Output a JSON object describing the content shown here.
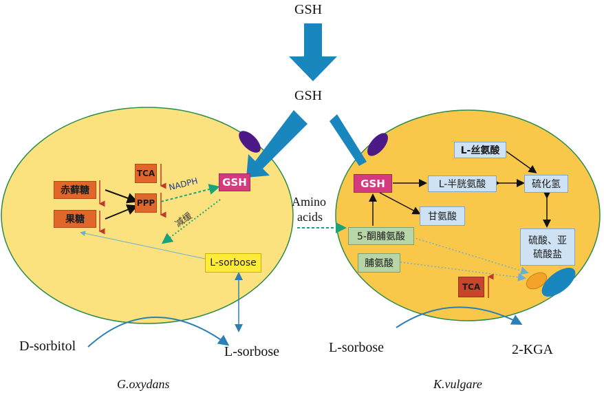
{
  "diagram": {
    "top_gsh": "GSH",
    "mid_gsh": "GSH",
    "left_cell": {
      "name": "G.oxydans",
      "erythrose": "赤藓糖",
      "fructose": "果糖",
      "tca": "TCA",
      "ppp": "PPP",
      "gsh": "GSH",
      "nadph": "NADPH",
      "decrease": "减缓",
      "l_sorbose_inside": "L-sorbose"
    },
    "right_cell": {
      "name": "K.vulgare",
      "gsh": "GSH",
      "l_serine": "L-丝氨酸",
      "l_cysteine": "L-半胱氨酸",
      "h2s": "硫化氢",
      "glycine": "甘氨酸",
      "keto_proline": "5-酮脯氨酸",
      "proline": "脯氨酸",
      "sulfate": "硫酸、亚",
      "sulfite": "硫酸盐",
      "tca": "TCA"
    },
    "amino_acids_line1": "Amino",
    "amino_acids_line2": "acids",
    "d_sorbitol": "D-sorbitol",
    "l_sorbose_left": "L-sorbose",
    "l_sorbose_right": "L-sorbose",
    "kga": "2-KGA"
  },
  "colors": {
    "cell_left_fill": "#fbe27f",
    "cell_right_fill": "#f9c84a",
    "cell_border": "#2c8a4a",
    "big_arrow": "#1a86be",
    "line_blue": "#2b7fb5",
    "purple": "#4b1a86",
    "red_arrow": "#c0392b",
    "green_dash": "#1aa37a"
  }
}
